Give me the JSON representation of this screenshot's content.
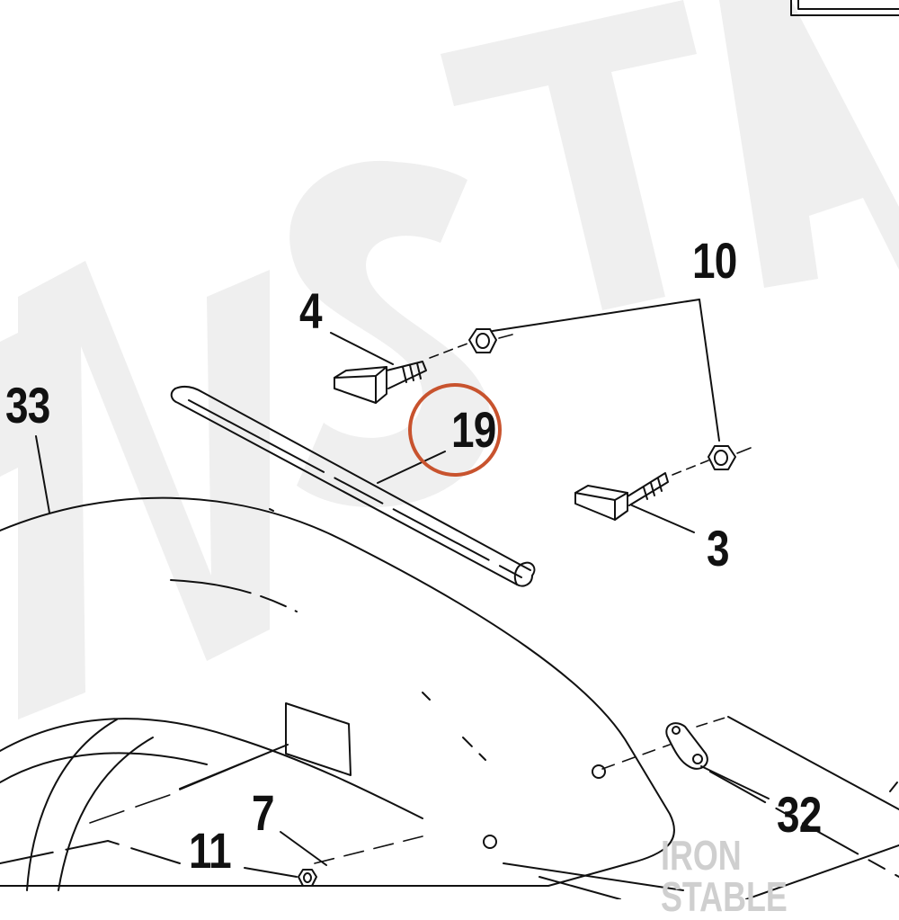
{
  "callouts": [
    {
      "id": "c4",
      "label": "4"
    },
    {
      "id": "c10",
      "label": "10"
    },
    {
      "id": "c19",
      "label": "19",
      "highlighted": true
    },
    {
      "id": "c33",
      "label": "33"
    },
    {
      "id": "c3",
      "label": "3"
    },
    {
      "id": "c7",
      "label": "7"
    },
    {
      "id": "c11",
      "label": "11"
    },
    {
      "id": "c32",
      "label": "32"
    }
  ],
  "watermark_brand": "IRON STABLE",
  "colors": {
    "line": "#111111",
    "highlight_circle": "#c8532e",
    "watermark": "#ececec",
    "brand": "#cfcfcf"
  }
}
